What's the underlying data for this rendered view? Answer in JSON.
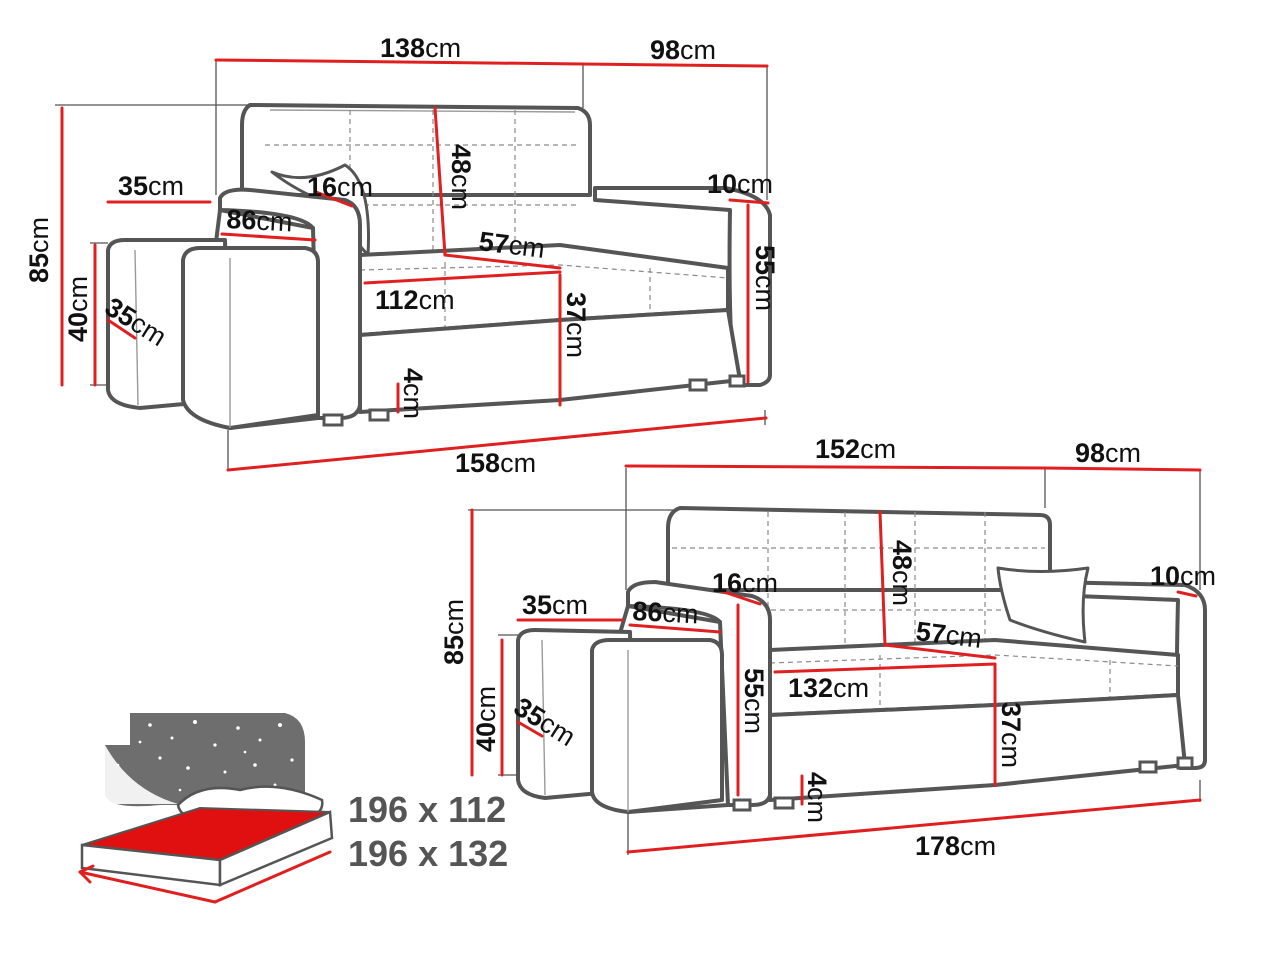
{
  "unit": "cm",
  "colors": {
    "dimension_line": "#e02020",
    "outline": "#555555",
    "mattress_top": "#e01010"
  },
  "loveseat": {
    "back_width": "138",
    "depth": "98",
    "height": "85",
    "armrest_height": "55",
    "ottoman_depth": "35",
    "ottoman_width": "35",
    "ottoman_height": "40",
    "pillow": "16",
    "arm_length": "86",
    "arm_width": "10",
    "backrest_height": "48",
    "seat_depth": "57",
    "seat_width": "112",
    "seat_height": "37",
    "leg_height": "4",
    "total_width": "158"
  },
  "sofa": {
    "back_width": "152",
    "depth": "98",
    "height": "85",
    "armrest_height": "55",
    "ottoman_depth": "35",
    "ottoman_width": "35",
    "ottoman_height": "40",
    "pillow": "16",
    "arm_length": "86",
    "arm_width": "10",
    "backrest_height": "48",
    "seat_depth": "57",
    "seat_width": "132",
    "seat_height": "37",
    "leg_height": "4",
    "total_width": "178"
  },
  "bed": {
    "icon": "starry-night-bed-icon",
    "sizes": [
      "196 x 112",
      "196 x 132"
    ]
  }
}
